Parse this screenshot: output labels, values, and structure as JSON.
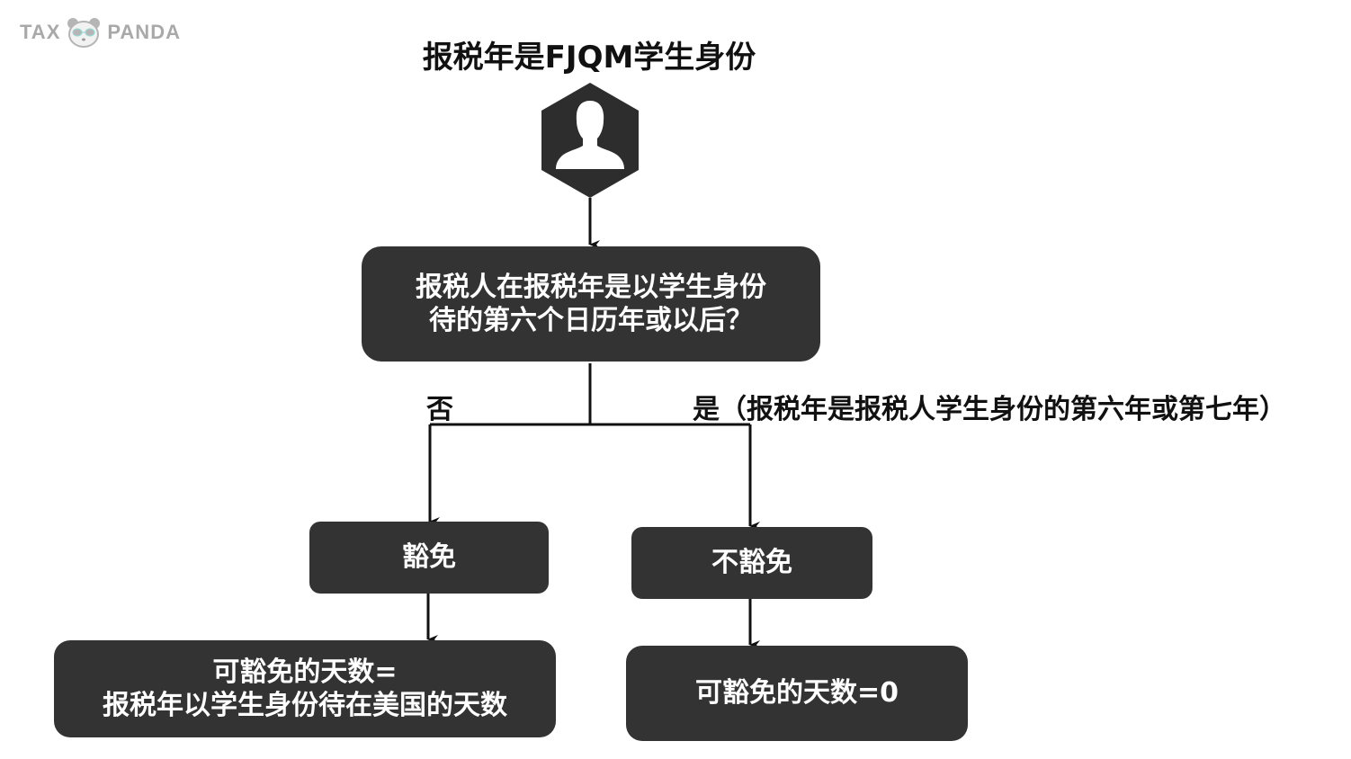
{
  "logo": {
    "left_text": "TAX",
    "right_text": "PANDA",
    "icon": "panda-icon"
  },
  "title": "报税年是FJQM学生身份",
  "start_icon": "person-icon",
  "question": {
    "line1": "报税人在报税年是以学生身份",
    "line2": "待的第六个日历年或以后？"
  },
  "branches": {
    "no_label": "否",
    "yes_label": "是（报税年是报税人学生身份的第六年或第七年）"
  },
  "outcomes": {
    "exempt": "豁免",
    "not_exempt": "不豁免"
  },
  "results": {
    "exempt_days_line1": "可豁免的天数=",
    "exempt_days_line2": "报税年以学生身份待在美国的天数",
    "not_exempt_days": "可豁免的天数=0"
  },
  "colors": {
    "node_fill": "#333333",
    "node_text": "#ffffff",
    "connector": "#111111",
    "logo": "#a9a9a9"
  }
}
